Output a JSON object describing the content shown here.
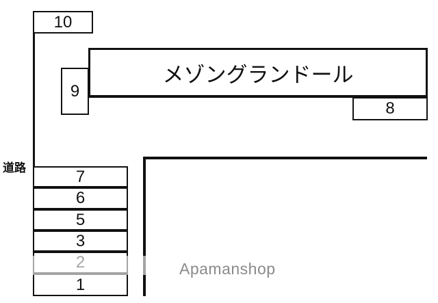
{
  "building": {
    "name": "メゾングランドール"
  },
  "road": {
    "label": "道路"
  },
  "watermark": {
    "label": "Apamanshop"
  },
  "parking": {
    "detached": [
      {
        "label": "10"
      },
      {
        "label": "9"
      },
      {
        "label": "8"
      }
    ],
    "stack": [
      {
        "label": "7"
      },
      {
        "label": "6"
      },
      {
        "label": "5"
      },
      {
        "label": "3"
      },
      {
        "label": "2"
      },
      {
        "label": "1"
      }
    ]
  },
  "colors": {
    "line": "#111111",
    "watermark_text": "#8a8a8a",
    "background": "#ffffff"
  }
}
